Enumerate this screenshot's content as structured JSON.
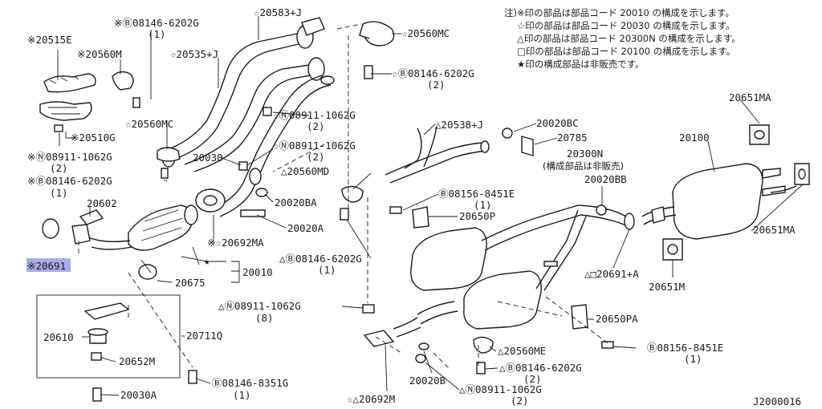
{
  "notes": [
    "注)※印の部品は部品コード 20010 の構成を示します。",
    "☆印の部品は部品コード 20030 の構成を示します。",
    "△印の部品は部品コード 20300N の構成を示します。",
    "□印の部品は部品コード 20100 の構成を示します。",
    "★印の構成部品は非販売です。"
  ],
  "labels": {
    "l20515e": "※20515E",
    "l20560m": "※20560M",
    "l08146_6202g_top": "※Ⓑ08146-6202G",
    "l08146_6202g_top_q": "(1)",
    "l20583j": "☆20583+J",
    "l20535j": "☆20535+J",
    "l20560mc_top": "☆20560MC",
    "l08146_6202g_r": "☆Ⓑ08146-6202G",
    "l08146_6202g_r_q": "(2)",
    "l20510g": "※20510G",
    "l20560mc_left": "☆20560MC",
    "l08911_1062g_mid": "☆Ⓝ08911-1062G",
    "l08911_1062g_mid_q": "(2)",
    "l20538j": "△20538+J",
    "l20020bc": "20020BC",
    "l20785": "20785",
    "l08911_1062g_l": "※Ⓝ08911-1062G",
    "l08911_1062g_l_q": "(2)",
    "l20030_top": "20030",
    "l08911_1062g_c": "☆Ⓝ08911-1062G",
    "l08911_1062g_c_q": "(2)",
    "l20300n": "20300N",
    "l20300n_note": "(構成部品は非販売)",
    "l20651ma_top": "20651MA",
    "l20100": "20100",
    "l08146_6202g_l": "※Ⓑ08146-6202G",
    "l08146_6202g_l_q": "(1)",
    "l20560md": "△20560MD",
    "l20020bb": "20020BB",
    "l20602": "20602",
    "l08156_8451e_top": "Ⓑ08156-8451E",
    "l08156_8451e_top_q": "(1)",
    "l20020ba": "20020BA",
    "l20650p": "20650P",
    "l20651ma_r": "20651MA",
    "l20020a": "20020A",
    "l20692ma": "※☆20692MA",
    "l20691": "※20691",
    "l08146_6202g_c": "△Ⓑ08146-6202G",
    "l08146_6202g_c_q": "(1)",
    "l20691a": "△□20691+A",
    "l20651m": "20651M",
    "l20010": "20010",
    "l20675": "20675",
    "l08911_1062g_b": "△Ⓝ08911-1062G",
    "l08911_1062g_b_q": "(8)",
    "l20650pa": "20650PA",
    "l20610": "20610",
    "l20711q": "20711Q",
    "l08156_8451e_b": "Ⓑ08156-8451E",
    "l08156_8451e_b_q": "(1)",
    "l20560me": "△20560ME",
    "l20652m": "20652M",
    "l20020b": "20020B",
    "l08146_6202g_b": "△Ⓑ08146-6202G",
    "l08146_6202g_b_q": "(2)",
    "l08146_8351g": "Ⓑ08146-8351G",
    "l08146_8351g_q": "(1)",
    "l08911_1062g_bb": "△Ⓝ08911-1062G",
    "l08911_1062g_bb_q": "(2)",
    "l20692m": "☆△20692M",
    "l20030_b": "20030A",
    "star": "★",
    "diagram_id": "J2000016"
  }
}
